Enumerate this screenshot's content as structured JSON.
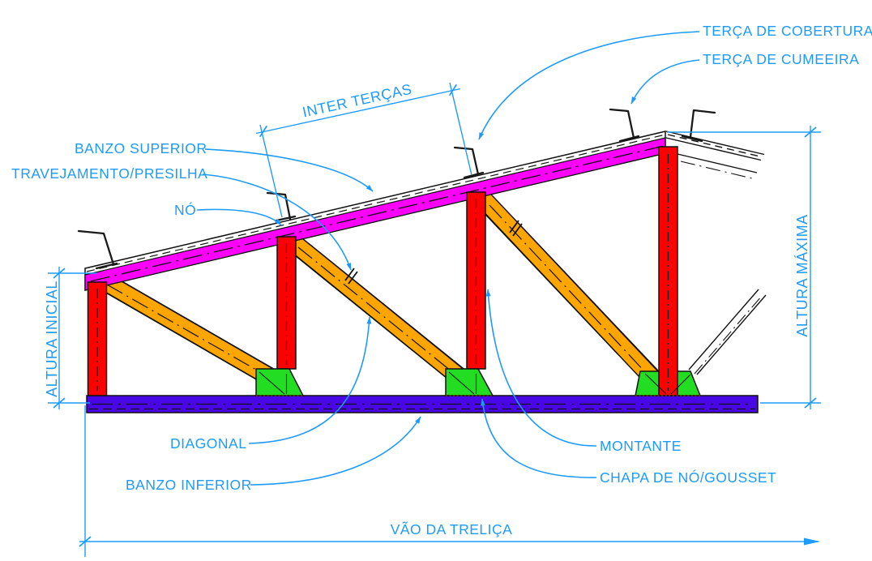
{
  "labels": {
    "terca_de_cobertura": "TERÇA DE COBERTURA",
    "terca_de_cumeeira": "TERÇA DE CUMEEIRA",
    "inter_tercas": "INTER TERÇAS",
    "banzo_superior": "BANZO SUPERIOR",
    "travejamento_presilha": "TRAVEJAMENTO/PRESILHA",
    "no": "NÓ",
    "altura_inicial": "ALTURA INICIAL",
    "altura_maxima": "ALTURA MÁXIMA",
    "diagonal": "DIAGONAL",
    "banzo_inferior": "BANZO INFERIOR",
    "montante": "MONTANTE",
    "chapa_de_no_gousset": "CHAPA DE NÓ/GOUSSET",
    "vao_da_trelica": "VÃO DA TRELIÇA"
  },
  "colors": {
    "annotation_blue": "#1E9BFA",
    "top_chord_magenta": "#FF00FF",
    "bottom_chord_violet": "#4A07E6",
    "montante_red": "#FF0000",
    "diagonal_orange": "#FFA500",
    "gusset_green": "#22DD22",
    "drawing_black": "#111111",
    "background": "#FFFFFF"
  }
}
